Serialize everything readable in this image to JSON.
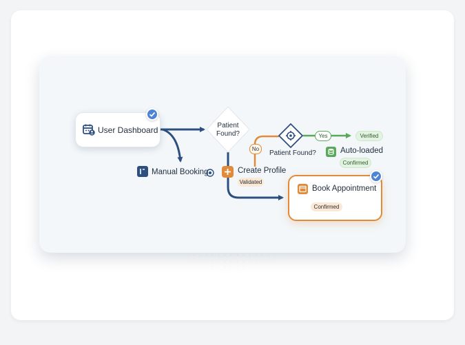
{
  "nodes": {
    "user_dashboard": "User Dashboard",
    "manual_booking": "Manual Booking",
    "patient_found_1": "Patient Found?",
    "create_profile": "Create Profile",
    "patient_found_2": "Patient Found?",
    "auto_loaded": "Auto-loaded",
    "book_appointment": "Book Appointment"
  },
  "badges": {
    "validated": "Validated",
    "confirmed_auto": "Confirmed",
    "confirmed_book": "Confirmed",
    "verified": "Verified"
  },
  "edges": {
    "no": "No",
    "yes": "Yes"
  },
  "colors": {
    "primary": "#2d4f80",
    "accent_orange": "#e08a3a",
    "accent_green": "#5aa85a",
    "check_blue": "#4d84d6"
  }
}
